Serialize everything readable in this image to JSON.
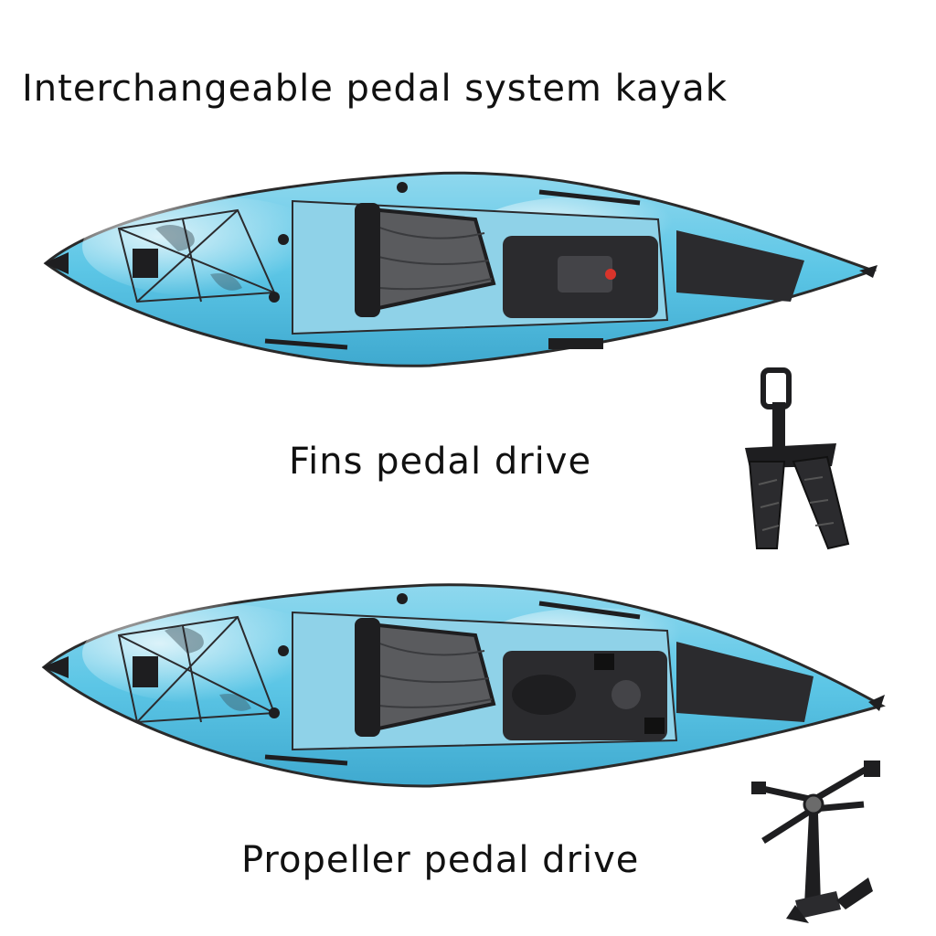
{
  "title": "Interchangeable pedal system kayak",
  "captions": {
    "fins": "Fins pedal drive",
    "propeller": "Propeller pedal drive"
  },
  "colors": {
    "hull_blue": "#5cc6e6",
    "hull_light": "#bfe8f4",
    "deck_dark": "#2b2b2e",
    "seat_gray": "#5a5b5e",
    "drive_black": "#1e1e20",
    "accent_red": "#d9342b"
  },
  "icons": [
    "kayak-fins-image",
    "kayak-propeller-image",
    "fins-drive-image",
    "propeller-drive-image"
  ]
}
